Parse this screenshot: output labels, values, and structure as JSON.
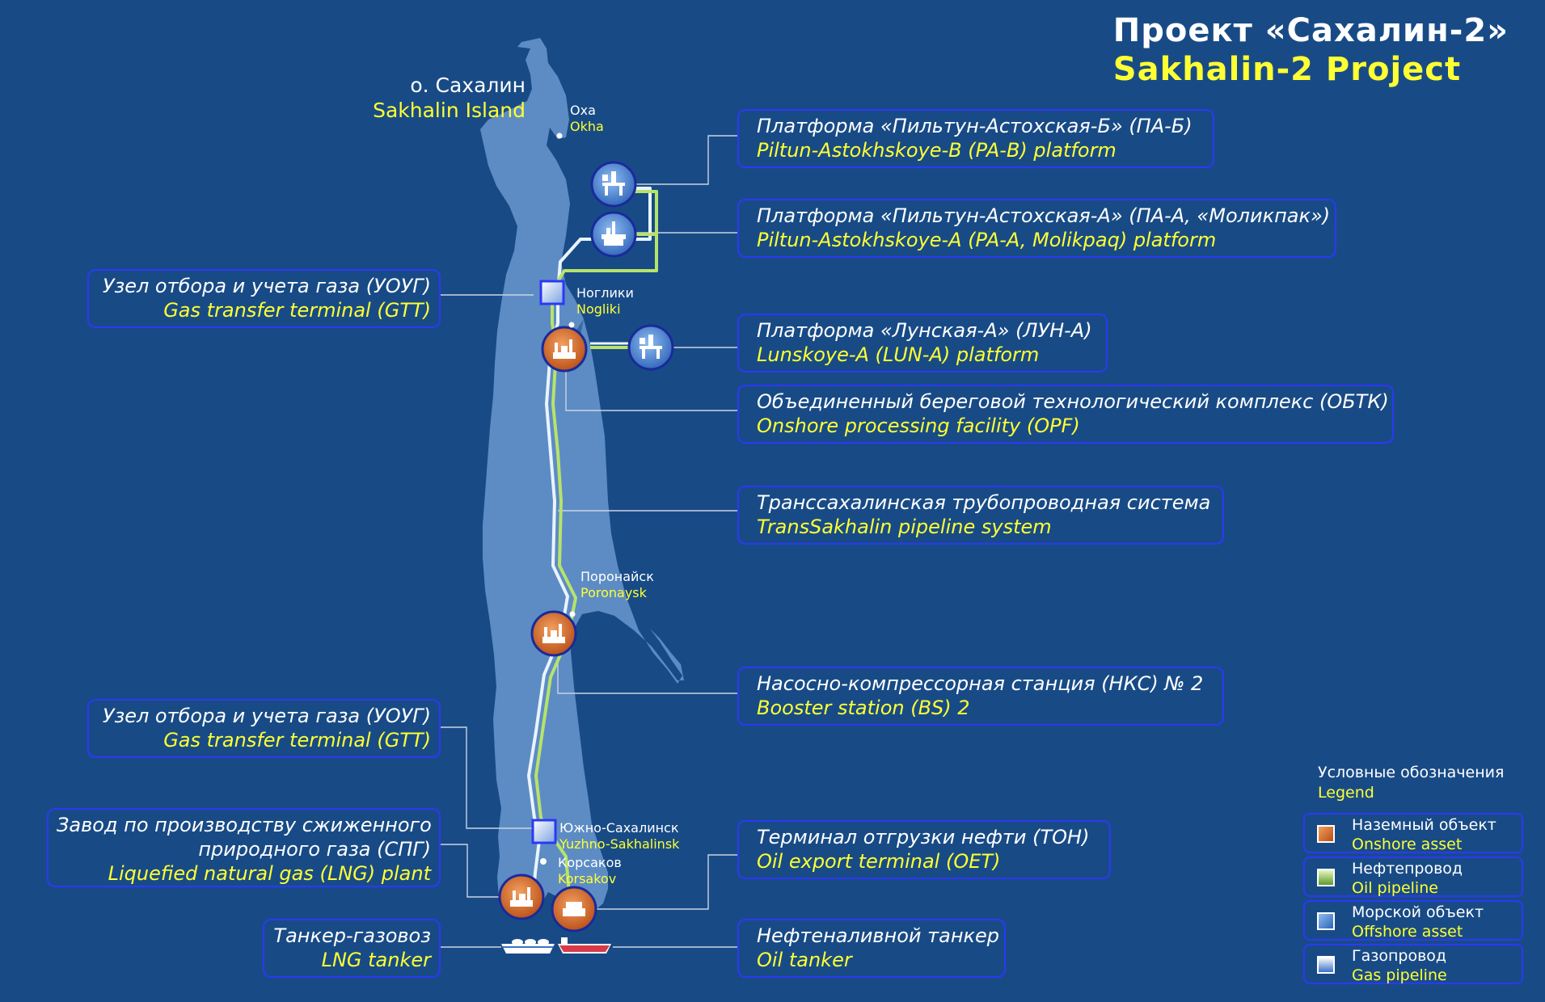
{
  "title": {
    "ru": "Проект «Сахалин-2»",
    "en": "Sakhalin-2 Project"
  },
  "island": {
    "ru": "о. Сахалин",
    "en": "Sakhalin Island"
  },
  "towns": {
    "okha": {
      "ru": "Оха",
      "en": "Okha"
    },
    "nogliki": {
      "ru": "Ноглики",
      "en": "Nogliki"
    },
    "poronaysk": {
      "ru": "Поронайск",
      "en": "Poronaysk"
    },
    "yuzhno": {
      "ru": "Южно-Сахалинск",
      "en": "Yuzhno-Sakhalinsk"
    },
    "korsakov": {
      "ru": "Корсаков",
      "en": "Korsakov"
    }
  },
  "callouts": {
    "pa_b": {
      "ru": "Платформа «Пильтун-Астохская-Б» (ПА-Б)",
      "en": "Piltun-Astokhskoye-B (PA-B) platform"
    },
    "pa_a": {
      "ru": "Платформа «Пильтун-Астохская-А» (ПА-А, «Моликпак»)",
      "en": "Piltun-Astokhskoye-A (PA-A, Molikpaq) platform"
    },
    "gtt_north": {
      "ru": "Узел отбора и учета газа (УОУГ)",
      "en": "Gas transfer terminal (GTT)"
    },
    "lun_a": {
      "ru": "Платформа «Лунская-А» (ЛУН-А)",
      "en": "Lunskoye-A (LUN-A) platform"
    },
    "opf": {
      "ru": "Объединенный береговой технологический комплекс (ОБТК)",
      "en": "Onshore processing facility (OPF)"
    },
    "pipeline": {
      "ru": "Транссахалинская трубопроводная система",
      "en": "TransSakhalin pipeline system"
    },
    "booster": {
      "ru": "Насосно-компрессорная станция (НКС) № 2",
      "en": "Booster station (BS) 2"
    },
    "gtt_south": {
      "ru": "Узел отбора и учета газа (УОУГ)",
      "en": "Gas transfer terminal (GTT)"
    },
    "lng": {
      "ru1": "Завод по производству сжиженного",
      "ru2": "природного газа (СПГ)",
      "en": "Liquefied natural gas (LNG) plant"
    },
    "oet": {
      "ru": "Терминал отгрузки нефти (ТОН)",
      "en": "Oil export terminal (OET)"
    },
    "lng_tanker": {
      "ru": "Танкер-газовоз",
      "en": "LNG tanker"
    },
    "oil_tanker": {
      "ru": "Нефтеналивной танкер",
      "en": "Oil tanker"
    }
  },
  "legend": {
    "title_ru": "Условные обозначения",
    "title_en": "Legend",
    "items": [
      {
        "ru": "Наземный объект",
        "en": "Onshore asset",
        "icon": "onshore-asset-swatch"
      },
      {
        "ru": "Нефтепровод",
        "en": "Oil pipeline",
        "icon": "oil-pipeline-swatch"
      },
      {
        "ru": "Морской объект",
        "en": "Offshore asset",
        "icon": "offshore-asset-swatch"
      },
      {
        "ru": "Газопровод",
        "en": "Gas pipeline",
        "icon": "gas-pipeline-swatch"
      }
    ]
  },
  "colors": {
    "background": "#184b86",
    "island": "#5d8cc4",
    "callout_border": "#2d38f5",
    "text_primary": "#ffffff",
    "text_secondary": "#ffff33",
    "oil_pipeline": "#b7e36a",
    "gas_pipeline": "#ffffff",
    "onshore_asset": "#c85a1e",
    "offshore_asset": "#3a72c8"
  }
}
